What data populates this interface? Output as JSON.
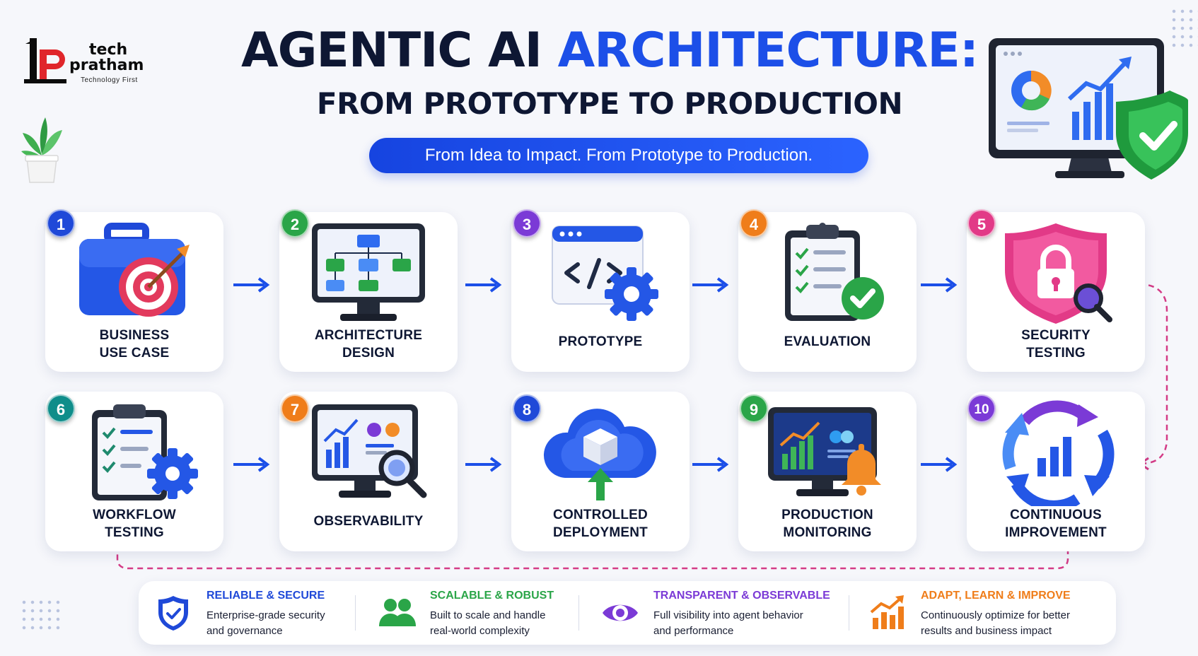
{
  "logo": {
    "line1": "tech",
    "line2": "pratham",
    "tagline": "Technology First",
    "mark_text": "1p"
  },
  "title": {
    "part1": "AGENTIC AI ",
    "part2": "ARCHITECTURE:",
    "line2": "FROM PROTOTYPE TO PRODUCTION"
  },
  "subtitle": "From Idea to Impact. From Prototype to Production.",
  "colors": {
    "primary_blue": "#1c4fe8",
    "dark_navy": "#0e1733",
    "flow_pink": "#d43b86"
  },
  "steps": [
    {
      "num": "1",
      "label": "BUSINESS\nUSE CASE",
      "icon": "briefcase-target-icon",
      "color": "#1f49d8"
    },
    {
      "num": "2",
      "label": "ARCHITECTURE\nDESIGN",
      "icon": "monitor-diagram-icon",
      "color": "#2aa548"
    },
    {
      "num": "3",
      "label": "PROTOTYPE",
      "icon": "code-window-gear-icon",
      "color": "#7b3ad6"
    },
    {
      "num": "4",
      "label": "EVALUATION",
      "icon": "clipboard-check-icon",
      "color": "#ef7d1a"
    },
    {
      "num": "5",
      "label": "SECURITY\nTESTING",
      "icon": "shield-lock-icon",
      "color": "#e23a87"
    },
    {
      "num": "6",
      "label": "WORKFLOW\nTESTING",
      "icon": "clipboard-gear-icon",
      "color": "#0f8d8a"
    },
    {
      "num": "7",
      "label": "OBSERVABILITY",
      "icon": "monitor-magnifier-icon",
      "color": "#ef7d1a"
    },
    {
      "num": "8",
      "label": "CONTROLLED\nDEPLOYMENT",
      "icon": "cloud-upload-icon",
      "color": "#1f49d8"
    },
    {
      "num": "9",
      "label": "PRODUCTION\nMONITORING",
      "icon": "monitor-bell-icon",
      "color": "#2aa548"
    },
    {
      "num": "10",
      "label": "CONTINUOUS\nIMPROVEMENT",
      "icon": "cycle-chart-icon",
      "color": "#7b3ad6"
    }
  ],
  "benefits": [
    {
      "title": "RELIABLE & SECURE",
      "desc": "Enterprise-grade security\nand governance",
      "color": "#1f49d8",
      "icon": "shield-check-icon"
    },
    {
      "title": "SCALABLE & ROBUST",
      "desc": "Built to scale and handle\nreal-world complexity",
      "color": "#2aa548",
      "icon": "users-icon"
    },
    {
      "title": "TRANSPARENT & OBSERVABLE",
      "desc": "Full visibility into agent behavior\nand performance",
      "color": "#7b3ad6",
      "icon": "eye-icon"
    },
    {
      "title": "ADAPT, LEARN & IMPROVE",
      "desc": "Continuously optimize for better\nresults and business impact",
      "color": "#ef7d1a",
      "icon": "growth-chart-icon"
    }
  ]
}
